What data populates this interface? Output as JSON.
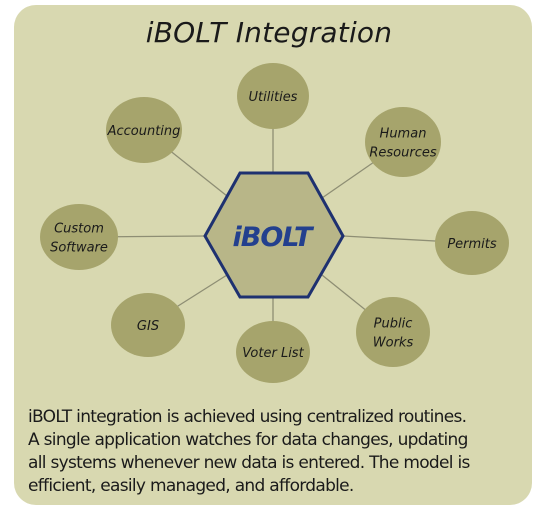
{
  "title": "iBOLT Integration",
  "hub": {
    "label": "iBOLT"
  },
  "nodes": [
    {
      "id": "utilities",
      "lines": [
        "Utilities"
      ]
    },
    {
      "id": "accounting",
      "lines": [
        "Accounting"
      ]
    },
    {
      "id": "human-resources",
      "lines": [
        "Human",
        "Resources"
      ]
    },
    {
      "id": "custom-software",
      "lines": [
        "Custom",
        "Software"
      ]
    },
    {
      "id": "permits",
      "lines": [
        "Permits"
      ]
    },
    {
      "id": "gis",
      "lines": [
        "GIS"
      ]
    },
    {
      "id": "voter-list",
      "lines": [
        "Voter List"
      ]
    },
    {
      "id": "public-works",
      "lines": [
        "Public",
        "Works"
      ]
    }
  ],
  "caption": [
    "iBOLT integration is achieved using centralized routines.",
    "A single application watches for data changes, updating",
    "all systems whenever new data is entered. The model is",
    "efficient, easily managed, and affordable."
  ],
  "colors": {
    "panel": "#d8d8b0",
    "node_fill": "#a6a46c",
    "hub_fill": "#b8b688",
    "hub_stroke": "#1e3170",
    "hub_text": "#23408e",
    "connector": "#8e8e74"
  }
}
